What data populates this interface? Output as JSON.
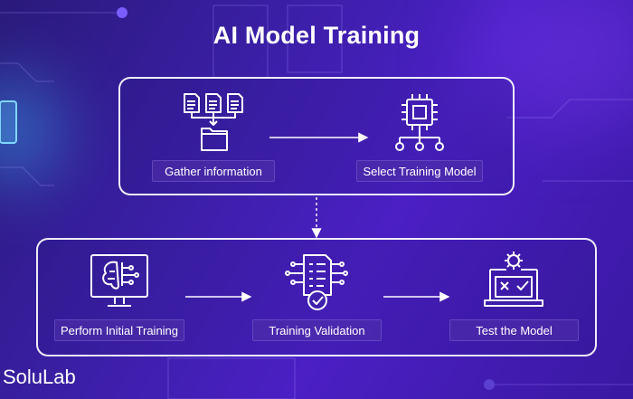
{
  "title": "AI Model Training",
  "brand": "SoluLab",
  "stages": [
    {
      "label": "Gather information",
      "icon": "documents-folder-icon"
    },
    {
      "label": "Select Training Model",
      "icon": "chip-network-icon"
    },
    {
      "label": "Perform Initial Training",
      "icon": "monitor-brain-icon"
    },
    {
      "label": "Training Validation",
      "icon": "checklist-circuit-icon"
    },
    {
      "label": "Test the Model",
      "icon": "laptop-gear-check-icon"
    }
  ],
  "colors": {
    "background": "#3b1fa8",
    "accent": "#7b5cff",
    "line": "#ffffff"
  }
}
